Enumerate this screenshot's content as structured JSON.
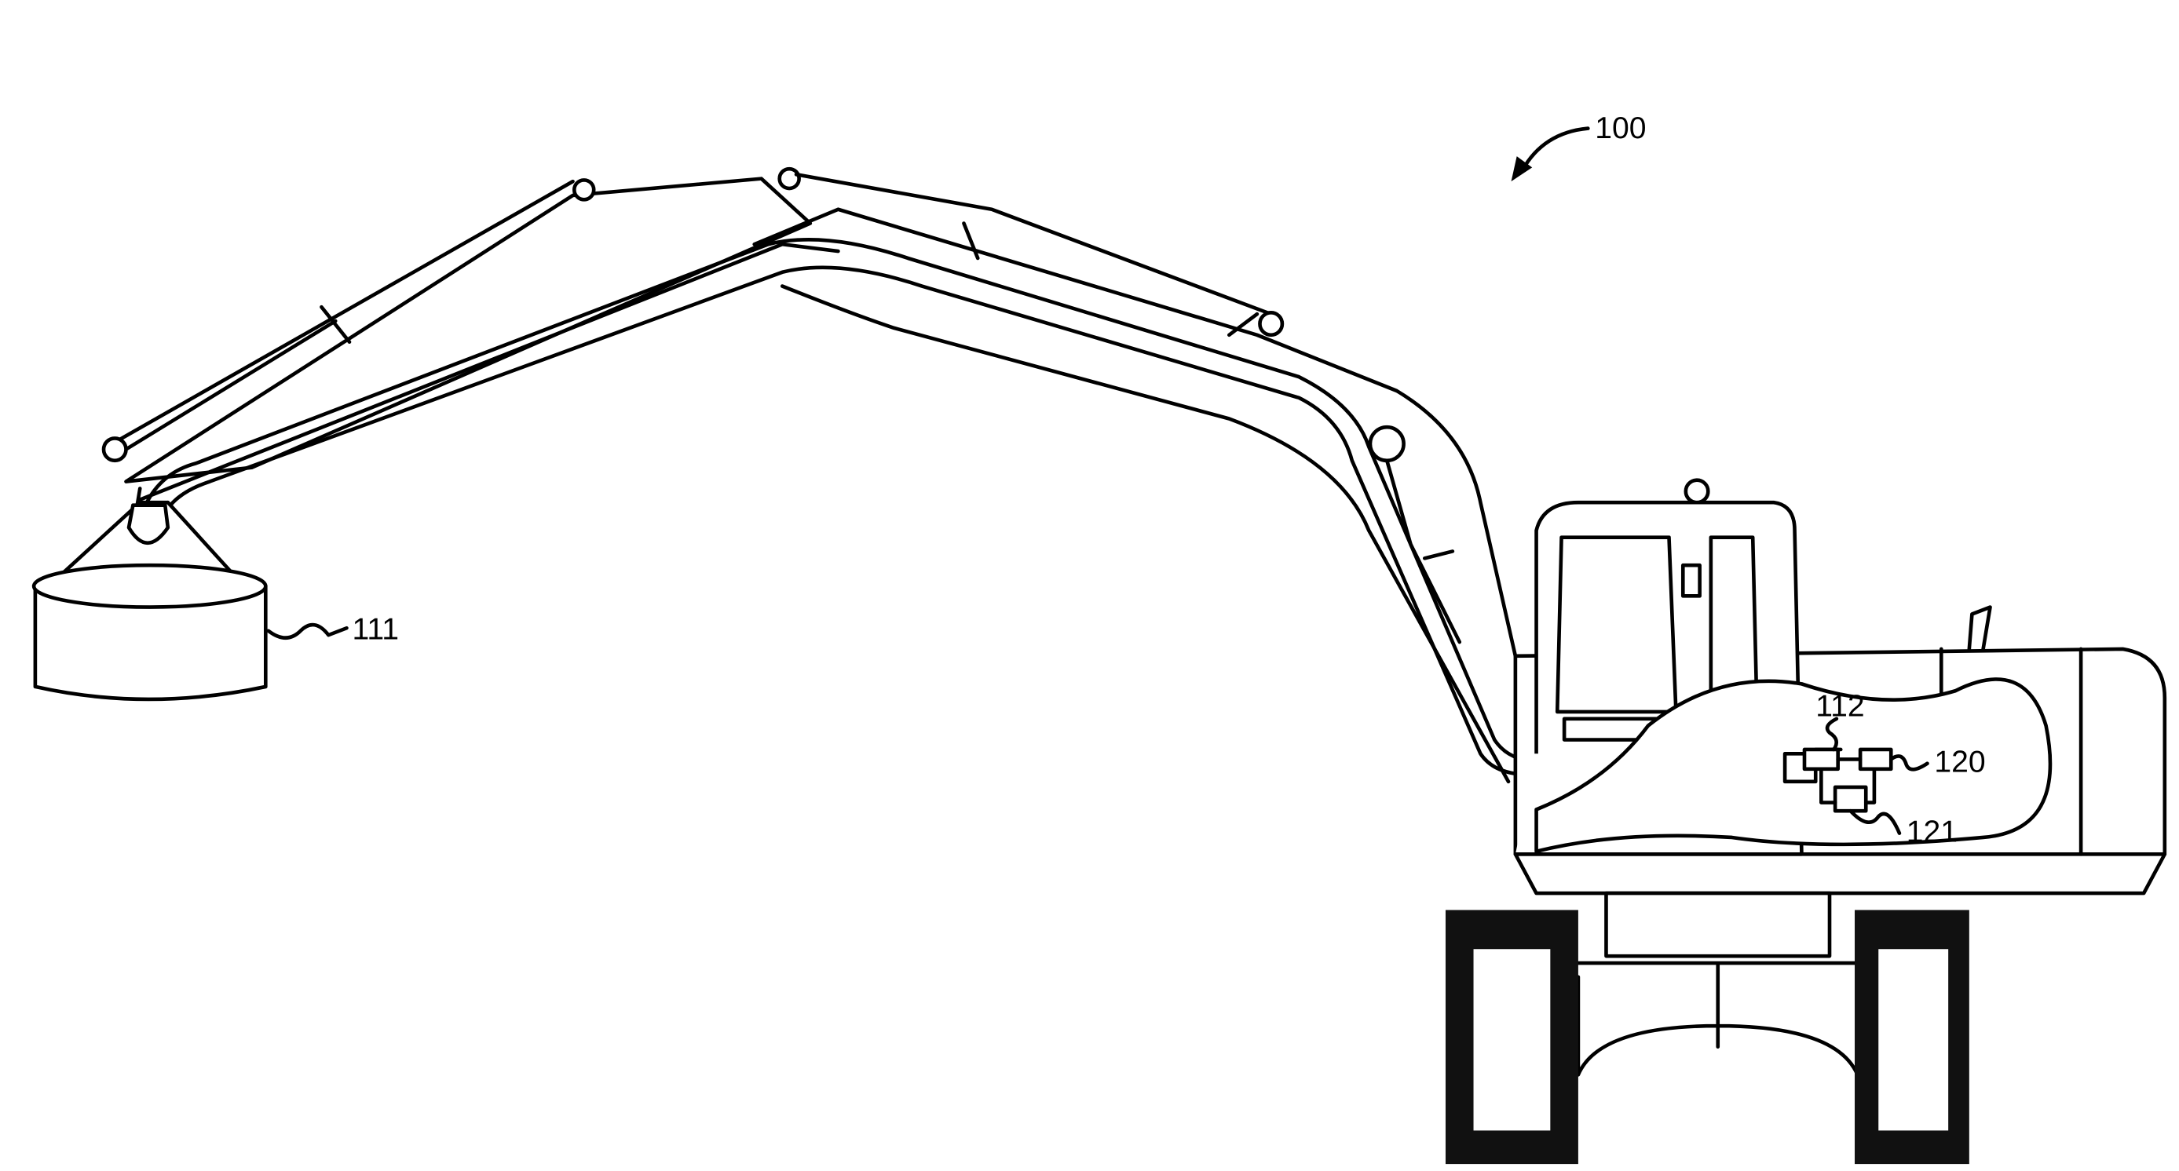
{
  "figure": {
    "reference_numerals": {
      "machine": "100",
      "magnet": "111",
      "controller": "112",
      "module_a": "120",
      "module_b": "121"
    }
  }
}
